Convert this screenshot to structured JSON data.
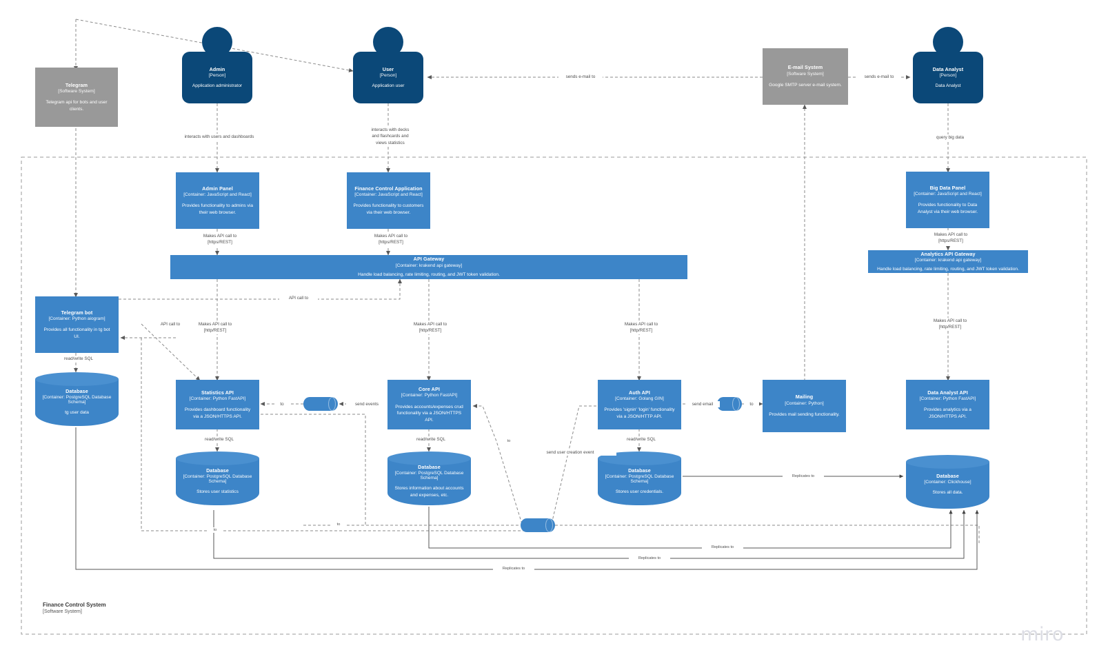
{
  "diagram": {
    "type": "c4-container-diagram",
    "boundary": {
      "title": "Finance Control System",
      "subtitle": "[Software System]"
    },
    "watermark": "miro",
    "colors": {
      "person": "#0b4878",
      "container": "#3d85c8",
      "external_system": "#999999",
      "database": "#3d85c8",
      "edge": "#7a7a7a",
      "label_text": "#4d4d4d"
    }
  },
  "nodes": {
    "telegram": {
      "title": "Telegram",
      "tech": "[Software System]",
      "desc": "Telegram api for bots and user clients.",
      "kind": "external-system"
    },
    "admin": {
      "title": "Admin",
      "tech": "[Person]",
      "desc": "Application administrator",
      "kind": "person"
    },
    "user": {
      "title": "User",
      "tech": "[Person]",
      "desc": "Application user",
      "kind": "person"
    },
    "email_system": {
      "title": "E-mail System",
      "tech": "[Software System]",
      "desc": "Google SMTP server e-mail system.",
      "kind": "external-system"
    },
    "data_analyst": {
      "title": "Data Analyst",
      "tech": "[Person]",
      "desc": "Data Analyst",
      "kind": "person"
    },
    "admin_panel": {
      "title": "Admin Panel",
      "tech": "[Container: JavaScript and React]",
      "desc": "Provides functionality to admins via their web browser.",
      "kind": "container"
    },
    "finance_control_application": {
      "title": "Finance Control Application",
      "tech": "[Container: JavaScript and React]",
      "desc": "Provides functionality to customers via their web browser.",
      "kind": "container"
    },
    "big_data_panel": {
      "title": "Big Data Panel",
      "tech": "[Container: JavaScript and React]",
      "desc": "Provides functionality to Data Analyst via their web browser.",
      "kind": "container"
    },
    "api_gateway": {
      "title": "API Gateway",
      "tech": "[Container: krakend api gateway]",
      "desc": "Handle load balancing, rate limiting, routing, and JWT token validation.",
      "kind": "container"
    },
    "analytics_api_gateway": {
      "title": "Analytics API Gateway",
      "tech": "[Container: krakend api gateway]",
      "desc": "Handle load balancing, rate limiting, routing, and JWT token validation.",
      "kind": "container"
    },
    "telegram_bot": {
      "title": "Telegram bot",
      "tech": "[Container: Python aiogram]",
      "desc": "Provides all functionality in tg bot UI.",
      "kind": "container"
    },
    "statistics_api": {
      "title": "Statistics API",
      "tech": "[Container: Python FastAPI]",
      "desc": "Provides dashboard functionality  via a JSON/HTTPS API.",
      "kind": "container"
    },
    "core_api": {
      "title": "Core API",
      "tech": "[Container: Python FastAPI]",
      "desc": "Provides accounts/expenses crud functionality  via a JSON/HTTPS API.",
      "kind": "container"
    },
    "auth_api": {
      "title": "Auth API",
      "tech": "[Container: Golang GIN]",
      "desc": "Provides  'signin' 'login' functionality  via a JSON/HTTP API.",
      "kind": "container"
    },
    "mailing": {
      "title": "Mailing",
      "tech": "[Container: Python]",
      "desc": "Provides mail sending functionality.",
      "kind": "container"
    },
    "data_analyst_api": {
      "title": "Data Analyst API",
      "tech": "[Container: Python FastAPI]",
      "desc": "Provides analytics via a JSON/HTTPS API.",
      "kind": "container"
    },
    "db_telegram": {
      "title": "Database",
      "tech": "[Container: PostgreSQL Database Schema]",
      "desc": "tg user data",
      "kind": "database"
    },
    "db_statistics": {
      "title": "Database",
      "tech": "[Container: PostgreSQL Database Schema]",
      "desc": "Stores user statistics",
      "kind": "database"
    },
    "db_core": {
      "title": "Database",
      "tech": "[Container: PostgreSQL Database Schema]",
      "desc": "Stores information about accounts and expenses, etc.",
      "kind": "database"
    },
    "db_auth": {
      "title": "Database",
      "tech": "[Container: PostgreSQL Database Schema]",
      "desc": "Stores user credentials.",
      "kind": "database"
    },
    "db_clickhouse": {
      "title": "Database",
      "tech": "[Container: Clickhouse]",
      "desc": "Stores all data.",
      "kind": "database"
    }
  },
  "edge_labels": {
    "email_to_user": "sends e-mail to",
    "email_to_analyst": "sends e-mail to",
    "admin_interacts": "interacts with users and dashboards",
    "user_interacts": "interacts with decks\nand flashcards and\nviews statistics",
    "analyst_query": "query big data",
    "admin_panel_api": "Makes API call to\n[https/REST]",
    "finance_app_api": "Makes API call to\n[https/REST]",
    "big_data_panel_api": "Makes API call to\n[https/REST]",
    "gateway_to_statistics": "Makes API call to\n[http/REST]",
    "gateway_to_core": "Makes API call to\n[http/REST]",
    "gateway_to_auth": "Makes API call to\n[http/REST]",
    "analytics_gateway_to_analyst_api": "Makes API call to\n[http/REST]",
    "bot_api_call": "API call to",
    "bot_api_call_2": "API call to",
    "bot_readwrite": "read/write SQL",
    "statistics_readwrite": "read/write SQL",
    "core_readwrite": "read/write SQL",
    "auth_readwrite": "read/write SQL",
    "core_send_events": "send events",
    "queue_to_statistics": "to",
    "auth_send_email": "send email",
    "queue_to_mailing": "to",
    "send_user_creation_event": "send user creation event",
    "replicates_1": "Replicates to",
    "replicates_2": "Replicates to",
    "replicates_3": "Replicates to",
    "replicates_4": "Replicates to",
    "bottom_to_1": "to",
    "bottom_to_2": "to",
    "bottom_to_3": "to"
  }
}
